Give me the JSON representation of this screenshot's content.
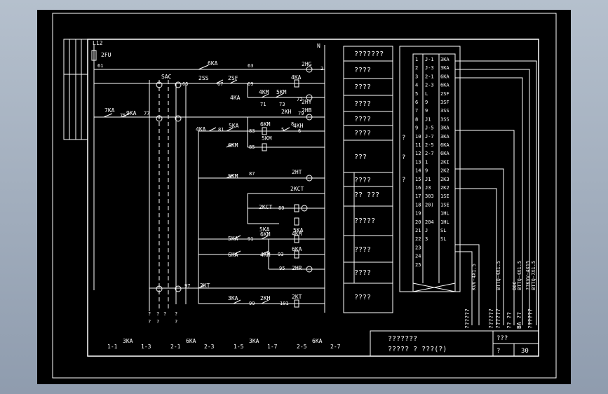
{
  "colors": {
    "background": "#000000",
    "lines": "#ffffff"
  },
  "schematic": {
    "supply": {
      "l12": "L12",
      "fuse": "2FU",
      "n": "N"
    },
    "wires": [
      "61",
      "63",
      "65",
      "67",
      "69",
      "71",
      "72",
      "73",
      "75",
      "77",
      "79",
      "81",
      "83",
      "85",
      "87",
      "89",
      "91",
      "93",
      "95",
      "97",
      "99",
      "101",
      "2",
      "5",
      "6",
      "8"
    ],
    "labels": {
      "sac": "SAC",
      "ka6_top": "6KA",
      "ss2": "2SS",
      "sf2": "2SF",
      "ka4": "4KA",
      "km4": "4KM",
      "km5": "5KM",
      "km6": "6KM",
      "kh2": "2KH",
      "ka5": "5KA",
      "ka3": "3KA",
      "ka7": "7KA",
      "ka9": "9KA",
      "kct2": "2KCT",
      "kt2": "2KT",
      "kh4": "4KH"
    },
    "lamps": {
      "hg": "2HG",
      "hy": "2HY",
      "hb": "2HB",
      "ht": "2HT",
      "hr": "2HR"
    },
    "coils": {
      "c4ka": "4KA",
      "c5km": "5KM",
      "c2kct": "2KCT",
      "c5ka": "5KA",
      "c4km": "4KM",
      "c6ka": "6KA",
      "c2kt": "2KT"
    },
    "bottom_contacts": [
      {
        "name": "3KA",
        "left": "1-1",
        "right": "1-3"
      },
      {
        "name": "6KA",
        "left": "2-1",
        "right": "2-3"
      },
      {
        "name": "3KA",
        "left": "1-5",
        "right": "1-7"
      },
      {
        "name": "6KA",
        "left": "2-5",
        "right": "2-7"
      }
    ],
    "q_marks": "?"
  },
  "description_column": [
    "???????",
    "????",
    "????",
    "????",
    "????",
    "????",
    "???",
    "????",
    "??  ???",
    "?????",
    "????",
    "????",
    "????"
  ],
  "terminal_table": [
    [
      "1",
      "J-1",
      "3KA"
    ],
    [
      "2",
      "J-3",
      "3KA"
    ],
    [
      "3",
      "2-1",
      "6KA"
    ],
    [
      "4",
      "2-3",
      "6KA"
    ],
    [
      "5",
      "L",
      "2SF"
    ],
    [
      "6",
      "9",
      "3SF"
    ],
    [
      "7",
      "9",
      "3SS"
    ],
    [
      "8",
      "J1",
      "3SS"
    ],
    [
      "9",
      "J-5",
      "3KA"
    ],
    [
      "10",
      "J-7",
      "3KA"
    ],
    [
      "11",
      "2-5",
      "6KA"
    ],
    [
      "12",
      "2-7",
      "6KA"
    ],
    [
      "13",
      "1",
      "2KI"
    ],
    [
      "14",
      "9",
      "2K2"
    ],
    [
      "15",
      "J1",
      "2K3"
    ],
    [
      "16",
      "J3",
      "2K2"
    ],
    [
      "17",
      "303",
      "1SE"
    ],
    [
      "18",
      "20)",
      "1SE"
    ],
    [
      "19",
      "",
      "1HL"
    ],
    [
      "20",
      "204",
      "1HL"
    ],
    [
      "21",
      "J",
      "SL"
    ],
    [
      "22",
      "3",
      "SL"
    ],
    [
      "23",
      "",
      ""
    ],
    [
      "24",
      "",
      ""
    ],
    [
      "25",
      "",
      ""
    ]
  ],
  "cables": [
    "KVV-4X1.5",
    "BTTQ-4X1.5",
    "BTTQ-4X1.5",
    "DDC",
    "??KVV-4X15",
    "BTTQ-7X1.5"
  ],
  "cable_notes": [
    "??????",
    "??????",
    "??????",
    "??  ??",
    "BA ??",
    "??????"
  ],
  "title_block": {
    "title1": "???????",
    "title2": "?????  ? ???(?)",
    "cell_q1": "???",
    "cell_q2": "?",
    "sheet": "30"
  }
}
